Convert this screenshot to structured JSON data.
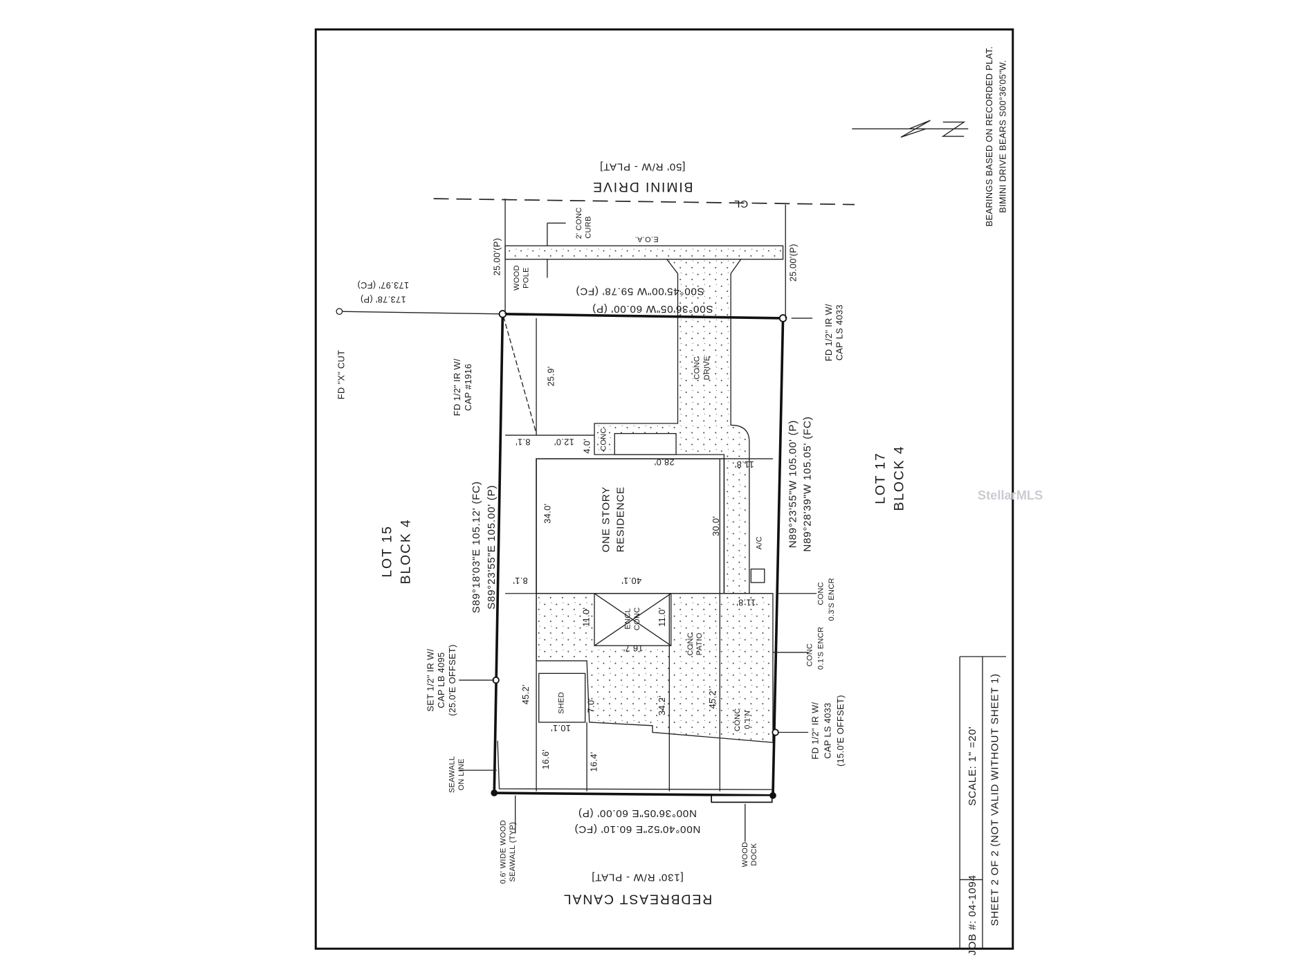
{
  "notes": {
    "bearings_1": "BEARINGS BASED ON RECORDED PLAT.",
    "bearings_2": "BIMINI DRIVE BEARS S00°36'05\"W."
  },
  "title_block": {
    "job": "JOB #: 04-1094",
    "scale": "SCALE: 1\" =20'",
    "sheet": "SHEET 2 OF 2 (NOT VALID WITHOUT SHEET 1)"
  },
  "road": {
    "name": "BIMINI DRIVE",
    "rw": "[50' R/W - PLAT]",
    "centerline": "CL",
    "eoa": "E.O.A.",
    "curb_1": "2' CONC",
    "curb_2": "CURB"
  },
  "canal": {
    "name": "REDBREAST CANAL",
    "rw": "[130' R/W - PLAT]"
  },
  "boundary": {
    "north_p": "S00°36'05\"W 60.00' (P)",
    "north_fc": "S00°45'00\"W 59.78' (FC)",
    "east_p": "N89°23'55\"W 105.00' (P)",
    "east_fc": "N89°28'39\"W 105.05' (FC)",
    "west_fc": "S89°18'03\"E 105.12' (FC)",
    "west_p": "S89°23'55\"E 105.00' (P)",
    "south_p": "N00°36'05\"E 60.00' (P)",
    "south_fc": "N00°40'52\"E 60.10' (FC)",
    "tie_p": "173.78' (P)",
    "tie_fc": "173.97' (FC)",
    "setback_left": "25.00'(P)",
    "setback_right": "25.00'(P)"
  },
  "lots": {
    "lot15": "LOT 15",
    "lot15_block": "BLOCK 4",
    "lot17": "LOT 17",
    "lot17_block": "BLOCK 4"
  },
  "monuments": {
    "x_cut": "FD \"X\" CUT",
    "nw_1": "FD 1/2\" IR W/",
    "nw_2": "CAP #1916",
    "ne_1": "FD 1/2\" IR W/",
    "ne_2": "CAP LS 4033",
    "sw_1": "SET 1/2\" IR W/",
    "sw_2": "CAP LB 4095",
    "sw_3": "(25.0'E OFFSET)",
    "se_1": "FD 1/2\" IR W/",
    "se_2": "CAP LS 4033",
    "se_3": "(15.0'E OFFSET)"
  },
  "features": {
    "wood_pole_1": "WOOD",
    "wood_pole_2": "POLE",
    "drive_1": "CONC",
    "drive_2": "DRIVE",
    "pad": "CONC",
    "res_1": "ONE STORY",
    "res_2": "RESIDENCE",
    "ac": "A/C",
    "encr1_1": "CONC",
    "encr1_2": "0.3'S ENCR",
    "encr2_1": "CONC",
    "encr2_2": "0.1'S ENCR",
    "encl_1": "ENCL",
    "encl_2": "CONC",
    "patio_1": "CONC",
    "patio_2": "PATIO",
    "shed": "SHED",
    "conc_n_1": "CONC",
    "conc_n_2": "0.1'N",
    "seawall_1": "SEAWALL",
    "seawall_2": "ON LINE",
    "dock_1": "WOOD",
    "dock_2": "DOCK",
    "wood_seawall_1": "0.6' WIDE WOOD",
    "wood_seawall_2": "SEAWALL (TYP)"
  },
  "dimensions": {
    "d259": "25.9'",
    "d81a": "8.1'",
    "d120": "12.0'",
    "d40": "4.0'",
    "d280": "28.0'",
    "d118a": "11.8'",
    "d340": "34.0'",
    "d300": "30.0'",
    "d81b": "8.1'",
    "d401": "40.1'",
    "d118b": "11.8'",
    "d110a": "11.0'",
    "d110b": "11.0'",
    "d167": "16.7'",
    "d452a": "45.2'",
    "d70": "7.0'",
    "d342": "34.2'",
    "d452b": "45.2'",
    "d101": "10.1'",
    "d166": "16.6'",
    "d164": "16.4'"
  },
  "watermark": "StellarMLS",
  "colors": {
    "ink": "#1a1a1a",
    "paper": "#ffffff",
    "watermark": "#c9ccd2"
  }
}
